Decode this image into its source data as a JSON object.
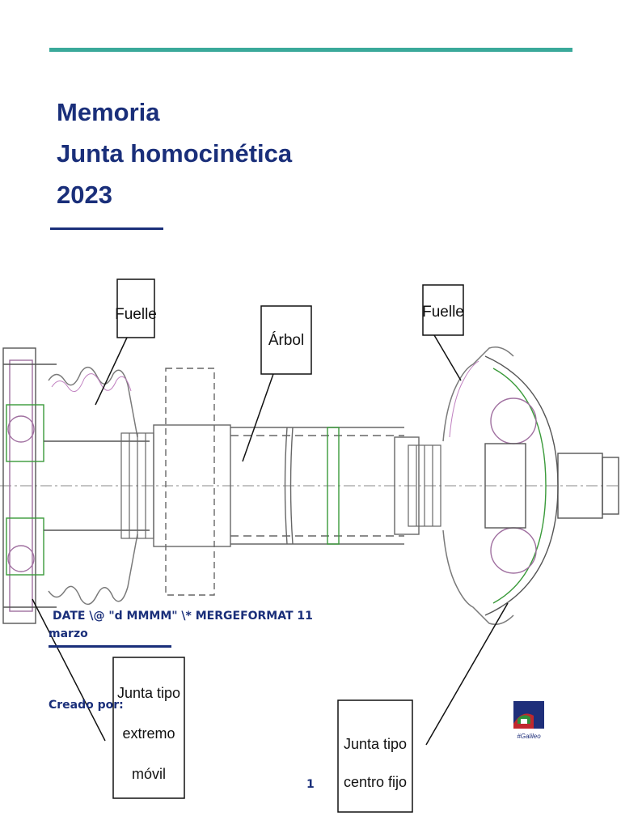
{
  "header": {
    "title_lines": [
      "Memoria",
      "Junta homocinética",
      "2023"
    ]
  },
  "drawing": {
    "labels": {
      "fuelle_left": "Fuelle",
      "arbol": "Árbol",
      "fuelle_right": "Fuelle",
      "junta_movil": [
        "Junta tipo",
        "extremo",
        "móvil"
      ],
      "junta_fija": [
        "Junta tipo",
        "centro fijo"
      ]
    }
  },
  "date_field": {
    "line1": "DATE  \\@ \"d MMMM\"  \\* MERGEFORMAT 11",
    "line2": "marzo"
  },
  "created_by": "Creado por:",
  "page_number": "1",
  "logo": {
    "text": "#Galileo",
    "colors": {
      "navy": "#1f2f7a",
      "red": "#c0282d",
      "green": "#2f8f3a"
    }
  },
  "colors": {
    "accent": "#3aa99a",
    "navy": "#1a2f7a"
  }
}
